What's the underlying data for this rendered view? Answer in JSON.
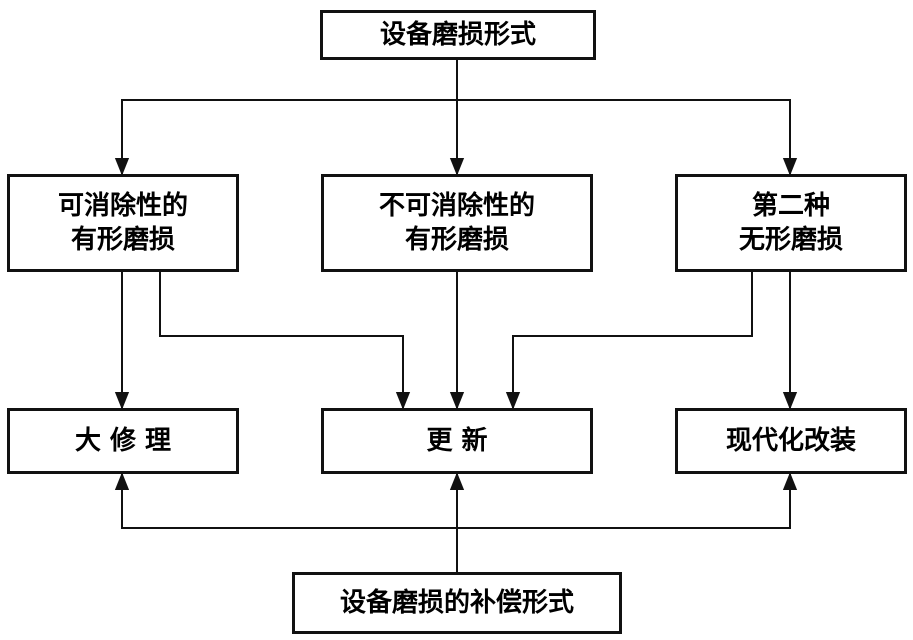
{
  "top": {
    "label": "设备磨损形式"
  },
  "wear_types": [
    {
      "label": "可消除性的\n有形磨损"
    },
    {
      "label": "不可消除性的\n有形磨损"
    },
    {
      "label": "第二种\n无形磨损"
    }
  ],
  "remedies": [
    {
      "label": "大  修  理"
    },
    {
      "label": "更      新"
    },
    {
      "label": "现代化改装"
    }
  ],
  "bottom": {
    "label": "设备磨损的补偿形式"
  },
  "colors": {
    "line": "#111111",
    "background": "#ffffff"
  }
}
